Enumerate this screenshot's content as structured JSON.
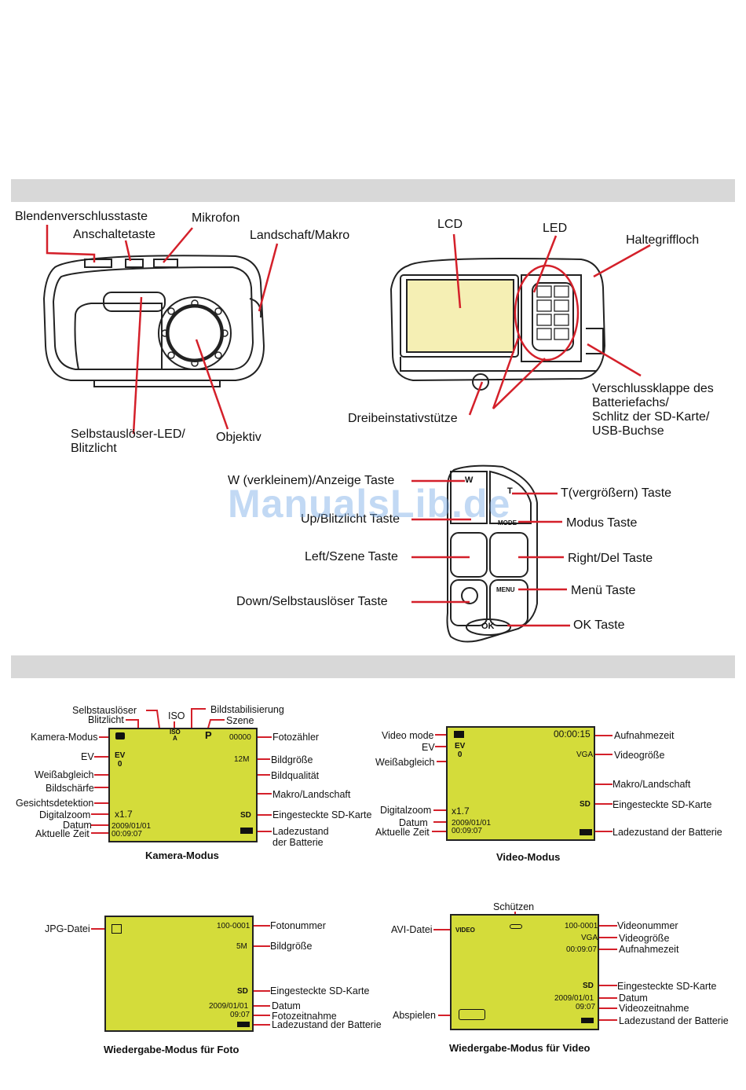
{
  "front": {
    "shutter": "Blendenverschlusstaste",
    "power": "Anschaltetaste",
    "mic": "Mikrofon",
    "landscape": "Landschaft/Makro",
    "selftimer": "Selbstauslöser-LED/\nBlitzlicht",
    "lens": "Objektiv"
  },
  "back": {
    "lcd": "LCD",
    "led": "LED",
    "strap": "Haltegriffloch",
    "cover": "Verschlussklappe des\nBatteriefachs/\nSchlitz der SD-Karte/\nUSB-Buchse",
    "tripod": "Dreibeinstativstütze"
  },
  "buttons": {
    "w": "W (verkleinem)/Anzeige Taste",
    "up": "Up/Blitzlicht Taste",
    "left": "Left/Szene Taste",
    "down": "Down/Selbstauslöser Taste",
    "t": "T(vergrößern) Taste",
    "mode": "Modus Taste",
    "right": "Right/Del Taste",
    "menu": "Menü Taste",
    "ok": "OK Taste",
    "key_w": "W",
    "key_t": "T",
    "key_mode": "MODE",
    "key_menu": "MENU",
    "key_ok": "OK"
  },
  "watermark": "ManualsLib.de",
  "camera_mode": {
    "caption": "Kamera-Modus",
    "selftimer": "Selbstauslöser",
    "flash": "Blitzlicht",
    "iso": "ISO",
    "stab": "Bildstabilisierung",
    "scene": "Szene",
    "mode": "Kamera-Modus",
    "ev": "EV",
    "wb": "Weißabgleich",
    "sharp": "Bildschärfe",
    "face": "Gesichtsdetektion",
    "zoom": "Digitalzoom",
    "date": "Datum",
    "time": "Aktuelle Zeit",
    "counter": "Fotozähler",
    "size": "Bildgröße",
    "quality": "Bildqualität",
    "macro": "Makro/Landschaft",
    "sd": "Eingesteckte SD-Karte",
    "battery": "Ladezustand\nder Batterie",
    "v_counter": "00000",
    "v_size": "12M",
    "v_zoom": "x1.7",
    "v_date": "2009/01/01",
    "v_time": "00:09:07",
    "v_sd": "SD",
    "v_ev": "EV\n0",
    "v_p": "P",
    "v_iso": "ISO\nA"
  },
  "video_mode": {
    "caption": "Video-Modus",
    "mode": "Video mode",
    "ev": "EV",
    "wb": "Weißabgleich",
    "zoom": "Digitalzoom",
    "date": "Datum",
    "time": "Aktuelle Zeit",
    "rec": "Aufnahmezeit",
    "size": "Videogröße",
    "macro": "Makro/Landschaft",
    "sd": "Eingesteckte SD-Karte",
    "battery": "Ladezustand der Batterie",
    "v_rec": "00:00:15",
    "v_size": "VGA",
    "v_zoom": "x1.7",
    "v_date": "2009/01/01",
    "v_time": "00:09:07",
    "v_sd": "SD",
    "v_ev": "EV\n0"
  },
  "photo_play": {
    "caption": "Wiedergabe-Modus für Foto",
    "jpg": "JPG-Datei",
    "num": "Fotonummer",
    "size": "Bildgröße",
    "sd": "Eingesteckte SD-Karte",
    "date": "Datum",
    "time": "Fotozeitnahme",
    "battery": "Ladezustand der Batterie",
    "v_num": "100-0001",
    "v_size": "5M",
    "v_sd": "SD",
    "v_date": "2009/01/01",
    "v_time": "09:07"
  },
  "video_play": {
    "caption": "Wiedergabe-Modus für Video",
    "protect": "Schützen",
    "avi": "AVI-Datei",
    "play": "Abspielen",
    "num": "Videonummer",
    "size": "Videogröße",
    "rec": "Aufnahmezeit",
    "sd": "Eingesteckte SD-Karte",
    "date": "Datum",
    "time": "Videozeitnahme",
    "battery": "Ladezustand der Batterie",
    "v_num": "100-0001",
    "v_size": "VGA",
    "v_rec": "00:09:07",
    "v_sd": "SD",
    "v_date": "2009/01/01",
    "v_time": "09:07",
    "v_video": "VIDEO"
  }
}
